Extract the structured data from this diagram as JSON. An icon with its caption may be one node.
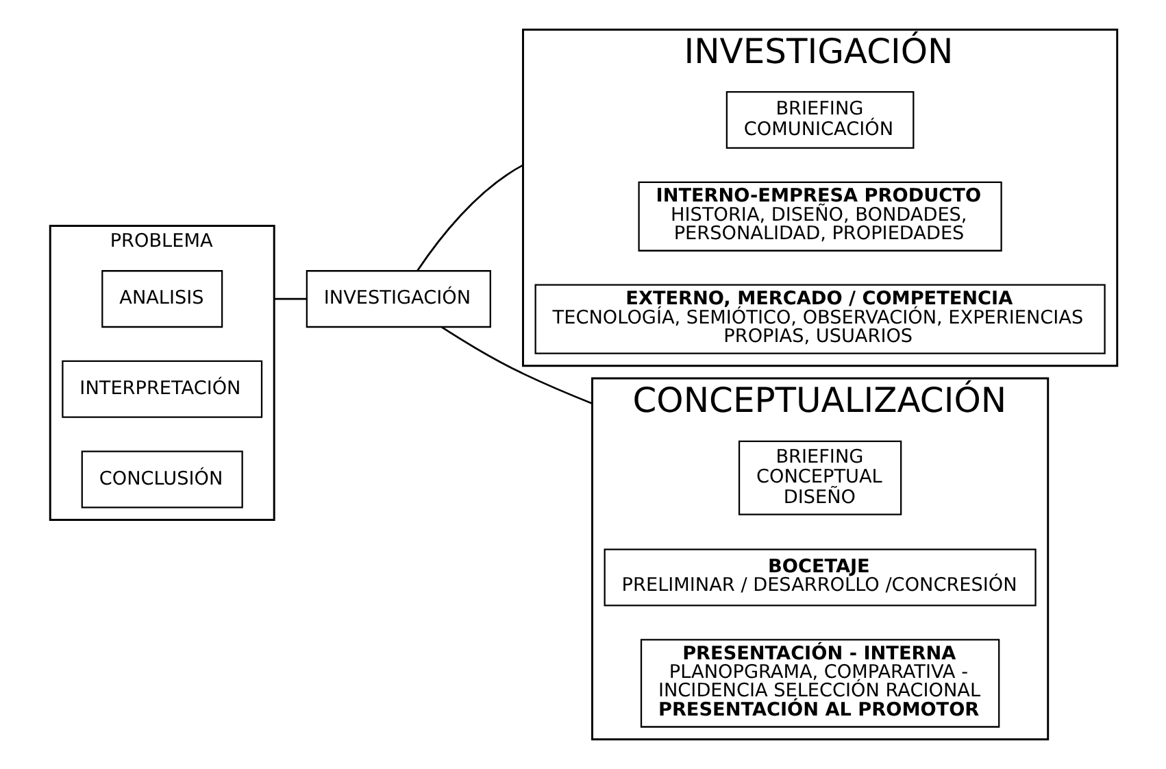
{
  "diagram": {
    "nodes": [
      {
        "text": [
          "PROBLEMA"
        ]
      },
      {
        "text": [
          "ANALISIS"
        ],
        "in": 0
      },
      {
        "text": [
          "INTERPRETACIÓN"
        ],
        "in": 0
      },
      {
        "text": [
          "CONCLUSIÓN"
        ],
        "in": 0
      },
      {
        "text": [
          "INVESTIGACIÓN"
        ]
      },
      {
        "text": [
          "INVESTIGACIÓN"
        ]
      },
      {
        "text": [
          "BRIEFING COMUNICACIÓN"
        ],
        "in": 5
      },
      {
        "text": [
          "INTERNO-EMPRESA PRODUCTO",
          "HISTORIA, DISEÑO, BONDADES, PERSONALIDAD, PROPIEDADES"
        ],
        "in": 5
      },
      {
        "text": [
          "EXTERNO, MERCADO / COMPETENCIA",
          "TECNOLOGÍA, SEMIÓTICO, OBSERVACIÓN, EXPERIENCIAS PROPIAS, USUARIOS"
        ],
        "in": 5
      },
      {
        "text": [
          "CONCEPTUALIZACIÓN"
        ]
      },
      {
        "text": [
          "BRIEFING CONCEPTUAL DISEÑO"
        ],
        "in": 9
      },
      {
        "text": [
          "BOCETAJE",
          "PRELIMINAR / DESARROLLO /CONCRESIÓN"
        ],
        "in": 9
      },
      {
        "text": [
          "PRESENTACIÓN - INTERNA",
          "PLANOPGRAMA, COMPARATIVA - INCIDENCIA SELECCIÓN RACIONAL",
          "PRESENTACIÓN AL PROMOTOR"
        ],
        "in": 9
      }
    ],
    "edges": [
      {
        "from": 0,
        "to": 4,
        "arrow": "none"
      },
      {
        "from": 4,
        "to": 5,
        "arrow": "none"
      },
      {
        "from": 4,
        "to": 9,
        "arrow": "none"
      }
    ]
  }
}
